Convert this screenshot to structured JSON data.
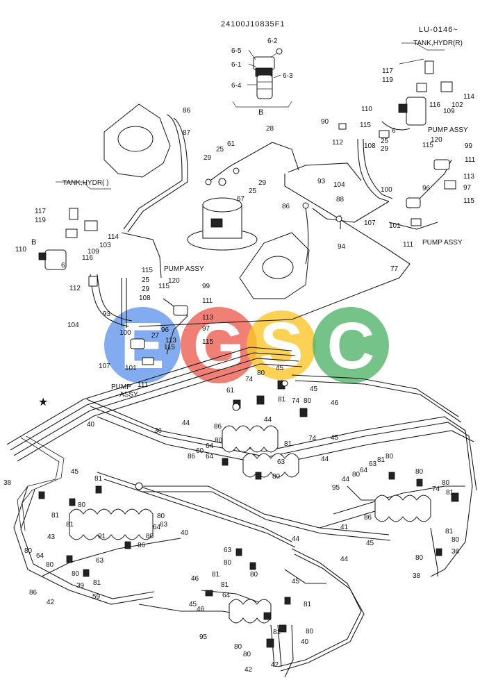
{
  "drawing": {
    "drawing_number": "24100J10835F1",
    "sheet_ref": "LU-0146~",
    "star_mark": "★"
  },
  "watermark": {
    "letters": [
      "E",
      "G",
      "S",
      "C"
    ],
    "colors": [
      "#4a86e8",
      "#ea4335",
      "#fbbc04",
      "#34a853"
    ]
  },
  "annotations": {
    "tank_right": "TANK,HYDR(R)",
    "tank_left": "TANK,HYDR(  )",
    "pump_assy_1": "PUMP ASSY",
    "pump_assy_2": "PUMP ASSY",
    "pump_assy_3": "PUMP ASSY",
    "pump_assy_4_line1": "PUMP",
    "pump_assy_4_line2": "ASSY",
    "detail_b_top": "B",
    "detail_b_left": "B"
  },
  "part_labels": {
    "top_detail": [
      "6-2",
      "6-5",
      "6-1",
      "6-3",
      "6-4"
    ],
    "right_upper": [
      "117",
      "119",
      "114",
      "102",
      "116",
      "109",
      "110",
      "6",
      "90",
      "115",
      "25",
      "29",
      "108",
      "112",
      "120",
      "115",
      "99",
      "111",
      "28",
      "93",
      "104",
      "100",
      "113",
      "97",
      "96",
      "115",
      "107",
      "101",
      "111",
      "86",
      "88",
      "94",
      "77"
    ],
    "left_upper": [
      "86",
      "87",
      "29",
      "25",
      "61",
      "29",
      "25",
      "67",
      "117",
      "119",
      "114",
      "103",
      "109",
      "116",
      "110",
      "6",
      "112",
      "115",
      "25",
      "29",
      "108",
      "115",
      "120",
      "99",
      "111",
      "93",
      "104",
      "113",
      "97",
      "96",
      "115",
      "100",
      "27",
      "113",
      "115",
      "107",
      "101",
      "111"
    ],
    "lower_left": [
      "40",
      "36",
      "44",
      "38",
      "45",
      "81",
      "80",
      "81",
      "81",
      "80",
      "43",
      "64",
      "80",
      "63",
      "80",
      "81",
      "86",
      "42",
      "39",
      "59",
      "91",
      "86",
      "80",
      "64",
      "63",
      "80",
      "40"
    ],
    "lower_center": [
      "61",
      "74",
      "80",
      "45",
      "45",
      "81",
      "74",
      "80",
      "46",
      "86",
      "64",
      "80",
      "60",
      "64",
      "63",
      "74",
      "80",
      "45",
      "44",
      "81",
      "86",
      "63",
      "80",
      "44",
      "46",
      "81",
      "45",
      "81",
      "64",
      "46",
      "45",
      "95",
      "81",
      "80",
      "40",
      "80",
      "42",
      "42",
      "80",
      "81",
      "80"
    ],
    "lower_right": [
      "44",
      "80",
      "64",
      "63",
      "81",
      "80",
      "80",
      "74",
      "80",
      "81",
      "95",
      "86",
      "41",
      "45",
      "44",
      "80",
      "36",
      "81",
      "80",
      "38",
      "44"
    ]
  }
}
